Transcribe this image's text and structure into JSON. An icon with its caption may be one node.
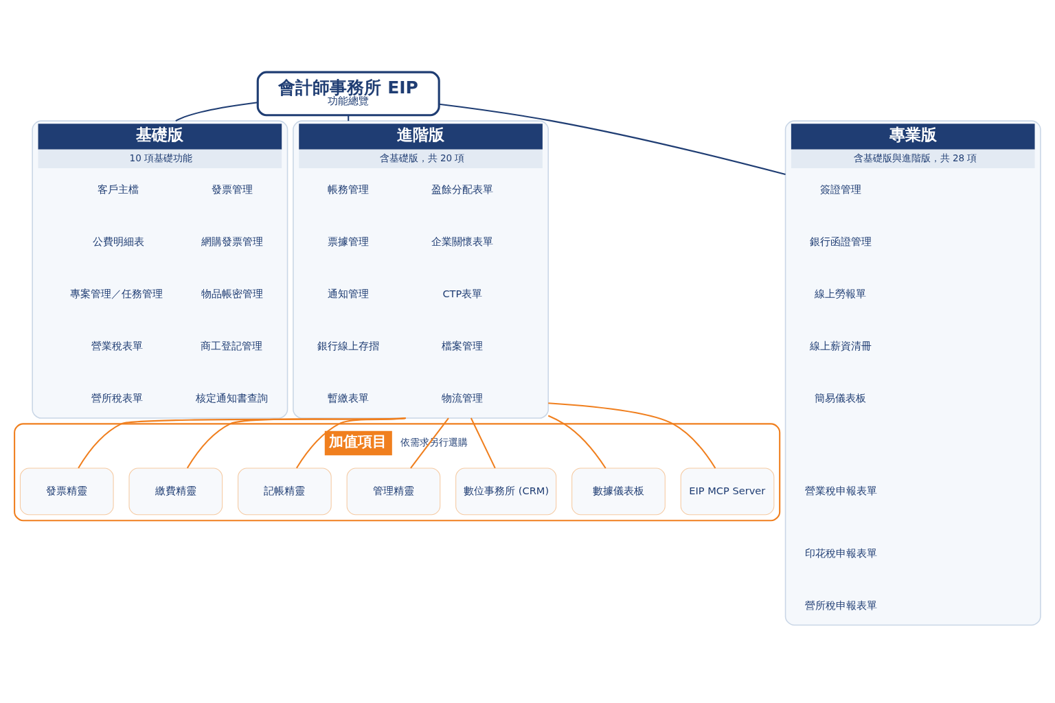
{
  "diagram": {
    "nodes": [
      {
        "text": [
          "會計師事務所 EIP",
          "功能總覽"
        ]
      },
      {
        "text": [
          "基礎版",
          "10 項基礎功能"
        ]
      },
      {
        "text": [
          "客戶主檔"
        ],
        "in": 1
      },
      {
        "text": [
          "發票管理"
        ],
        "in": 1
      },
      {
        "text": [
          "公費明細表"
        ],
        "in": 1
      },
      {
        "text": [
          "網購發票管理"
        ],
        "in": 1
      },
      {
        "text": [
          "專案管理／任務管理"
        ],
        "in": 1
      },
      {
        "text": [
          "物品帳密管理"
        ],
        "in": 1
      },
      {
        "text": [
          "營業稅表單"
        ],
        "in": 1
      },
      {
        "text": [
          "商工登記管理"
        ],
        "in": 1
      },
      {
        "text": [
          "營所稅表單"
        ],
        "in": 1
      },
      {
        "text": [
          "核定通知書查詢"
        ],
        "in": 1
      },
      {
        "text": [
          "進階版",
          "含基礎版，共 20 項"
        ]
      },
      {
        "text": [
          "帳務管理"
        ],
        "in": 12
      },
      {
        "text": [
          "盈餘分配表單"
        ],
        "in": 12
      },
      {
        "text": [
          "票據管理"
        ],
        "in": 12
      },
      {
        "text": [
          "企業關懷表單"
        ],
        "in": 12
      },
      {
        "text": [
          "通知管理"
        ],
        "in": 12
      },
      {
        "text": [
          "CTP表單"
        ],
        "in": 12
      },
      {
        "text": [
          "銀行線上存摺"
        ],
        "in": 12
      },
      {
        "text": [
          "檔案管理"
        ],
        "in": 12
      },
      {
        "text": [
          "暫繳表單"
        ],
        "in": 12
      },
      {
        "text": [
          "物流管理"
        ],
        "in": 12
      },
      {
        "text": [
          "專業版",
          "含基礎版與進階版，共 28 項"
        ]
      },
      {
        "text": [
          "簽證管理"
        ],
        "in": 23
      },
      {
        "text": [
          "銀行函證管理"
        ],
        "in": 23
      },
      {
        "text": [
          "線上勞報單"
        ],
        "in": 23
      },
      {
        "text": [
          "線上薪資清冊"
        ],
        "in": 23
      },
      {
        "text": [
          "簡易儀表板"
        ],
        "in": 23
      },
      {
        "text": [
          "營業稅申報表單"
        ],
        "in": 23
      },
      {
        "text": [
          "印花稅申報表單"
        ],
        "in": 23
      },
      {
        "text": [
          "營所稅申報表單"
        ],
        "in": 23
      },
      {
        "text": [
          "加值項目"
        ],
        "beside": [
          "依需求另行選購"
        ]
      },
      {
        "text": [
          "發票精靈"
        ],
        "in": 32
      },
      {
        "text": [
          "繳費精靈"
        ],
        "in": 32
      },
      {
        "text": [
          "記帳精靈"
        ],
        "in": 32
      },
      {
        "text": [
          "管理精靈"
        ],
        "in": 32
      },
      {
        "text": [
          "數位事務所 (CRM)"
        ],
        "in": 32
      },
      {
        "text": [
          "數據儀表板"
        ],
        "in": 32
      },
      {
        "text": [
          "EIP MCP Server"
        ],
        "in": 32
      }
    ],
    "edges": [
      {
        "from": 0,
        "to": 1,
        "arrow": "none",
        "color": "#1f3d73"
      },
      {
        "from": 0,
        "to": 12,
        "arrow": "none",
        "color": "#1f3d73"
      },
      {
        "from": 0,
        "to": 23,
        "arrow": "none",
        "color": "#1f3d73"
      },
      {
        "from": 12,
        "to": 33,
        "arrow": "none"
      },
      {
        "from": 12,
        "to": 34,
        "arrow": "none"
      },
      {
        "from": 12,
        "to": 35,
        "arrow": "none"
      },
      {
        "from": 12,
        "to": 36,
        "arrow": "none"
      },
      {
        "from": 12,
        "to": 37,
        "arrow": "none"
      },
      {
        "from": 12,
        "to": 38,
        "arrow": "none"
      },
      {
        "from": 12,
        "to": 39,
        "arrow": "none"
      }
    ]
  }
}
